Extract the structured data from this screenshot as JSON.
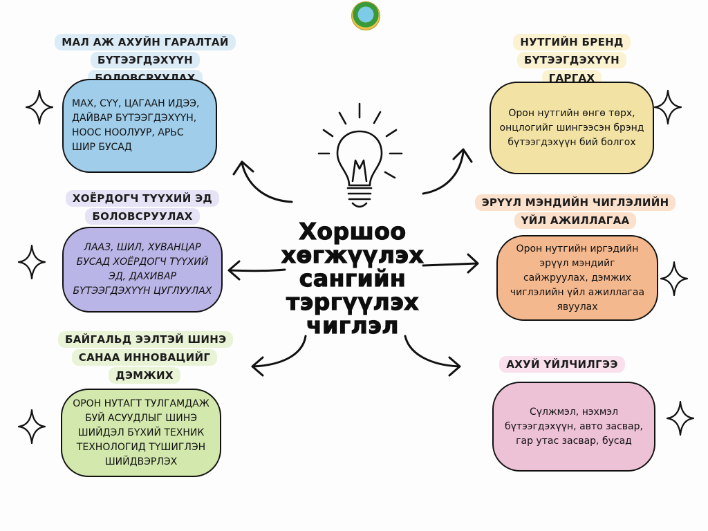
{
  "title": "Хоршоо хөгжүүлэх сангийн тэргүүлэх чиглэл",
  "colors": {
    "blue": "#9fcdea",
    "yellow": "#f2e3a4",
    "lavender": "#b9b5e6",
    "peach": "#f4b88e",
    "green": "#d3e8ac",
    "pink": "#edc1d6",
    "label_blue": "#dcecf7",
    "label_yellow": "#fbf2d2",
    "label_lavender": "#e6e3f6",
    "label_peach": "#fbe0cc",
    "label_green": "#e9f3d6",
    "label_pink": "#f9e0ec"
  },
  "icons": [
    "lightbulb-icon",
    "sparkle-icon",
    "arrow-icon",
    "logo-emblem"
  ],
  "items": {
    "livestock": {
      "label": "МАЛ АЖ АХУЙН ГАРАЛТАЙ БҮТЭЭГДЭХҮҮН БОЛОВСРУУЛАХ",
      "text": "МАХ, СҮҮ, ЦАГААН ИДЭЭ, ДАЙВАР БҮТЭЭГДЭХҮҮН, НООС НООЛУУР, АРЬС ШИР БУСАД"
    },
    "brand": {
      "label": "НУТГИЙН БРЕНД БҮТЭЭГДЭХҮҮН ГАРГАХ",
      "text": "Орон нутгийн өнгө төрх, онцлогийг шингээсэн брэнд бүтээгдэхүүн бий болгох"
    },
    "recycle": {
      "label": "ХОЁРДОГЧ ТҮҮХИЙ ЭД БОЛОВСРУУЛАХ",
      "text": "ЛААЗ, ШИЛ, ХУВАНЦАР БУСАД ХОЁРДОГЧ ТҮҮХИЙ ЭД, ДАХИВАР БҮТЭЭГДЭХҮҮН ЦУГЛУУЛАХ"
    },
    "health": {
      "label": "ЭРҮҮЛ МЭНДИЙН ЧИГЛЭЛИЙН ҮЙЛ АЖИЛЛАГАА",
      "text": "Орон нутгийн иргэдийн эрүүл мэндийг сайжруулах, дэмжих чиглэлийн үйл ажиллагаа явуулах"
    },
    "innovation": {
      "label": "БАЙГАЛЬД ЭЭЛТЭЙ ШИНЭ САНАА ИННОВАЦИЙГ ДЭМЖИХ",
      "text": "ОРОН НУТАГТ ТУЛГАМДАЖ БУЙ АСУУДЛЫГ ШИНЭ ШИЙДЭЛ БҮХИЙ ТЕХНИК ТЕХНОЛОГИД ТҮШИГЛЭН ШИЙДВЭРЛЭХ"
    },
    "services": {
      "label": "АХУЙ ҮЙЛЧИЛГЭЭ",
      "text": "Сүлжмэл, нэхмэл бүтээгдэхүүн, авто засвар, гар утас засвар, бусад"
    }
  }
}
